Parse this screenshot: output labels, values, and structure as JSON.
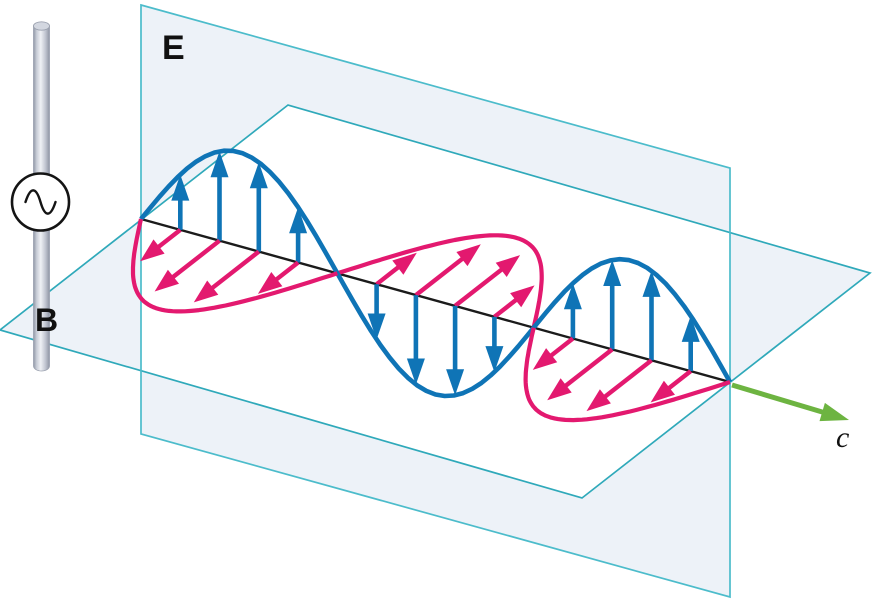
{
  "figure": {
    "type": "physics-diagram",
    "subject": "electromagnetic wave radiated from an AC antenna",
    "labels": {
      "e_field": "E",
      "b_field": "B",
      "speed": "c"
    },
    "colors": {
      "background": "#ffffff",
      "e_wave": "#0f74b6",
      "b_wave": "#e3196f",
      "e_plane_edge": "#4cbccb",
      "b_plane_edge": "#2fa9ba",
      "plane_fill": "#edf2f8",
      "axis": "#1b1b1b",
      "propagation_arrow": "#6db441",
      "source_stroke": "#141414",
      "rod_edge": "#8f95a4",
      "rod_highlight": "#eff1f5",
      "rod_cap": "#d3d7e0"
    },
    "wave": {
      "cycles": 1.5,
      "e_arrows_per_half_cycle": 4,
      "b_arrows_per_half_cycle": 4
    },
    "source": {
      "kind": "ac-generator",
      "icon": "sine-wave"
    }
  }
}
